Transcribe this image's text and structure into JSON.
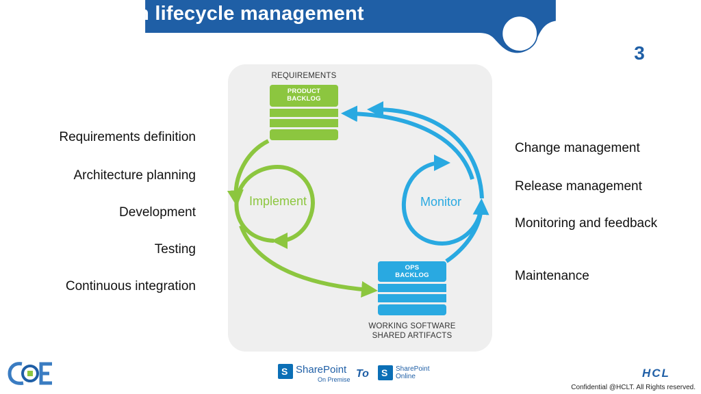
{
  "slide": {
    "title": "Application lifecycle management",
    "page_number": "3"
  },
  "left_list": [
    "Requirements definition",
    "Architecture planning",
    "Development",
    "Testing",
    "Continuous integration"
  ],
  "right_list": [
    "Change management",
    "Release management",
    "Monitoring and feedback",
    "Maintenance"
  ],
  "diagram": {
    "requirements_label": "REQUIREMENTS",
    "product_backlog_line1": "PRODUCT",
    "product_backlog_line2": "BACKLOG",
    "ops_backlog_line1": "OPS",
    "ops_backlog_line2": "BACKLOG",
    "working_software_line1": "WORKING SOFTWARE",
    "working_software_line2": "SHARED ARTIFACTS",
    "implement_label": "Implement",
    "monitor_label": "Monitor"
  },
  "footer": {
    "sharepoint_from": "SharePoint",
    "sharepoint_from_sub": "On Premise",
    "to": "To",
    "sharepoint_to": "SharePoint",
    "sharepoint_to_sub": "Online",
    "confidential": "Confidential @HCLT. All Rights reserved.",
    "hcl_logo": "HCL",
    "coe_logo": "COE"
  },
  "colors": {
    "header_blue": "#1f5fa6",
    "green": "#8cc63f",
    "cyan": "#29a9e1",
    "panel": "#efefef"
  }
}
